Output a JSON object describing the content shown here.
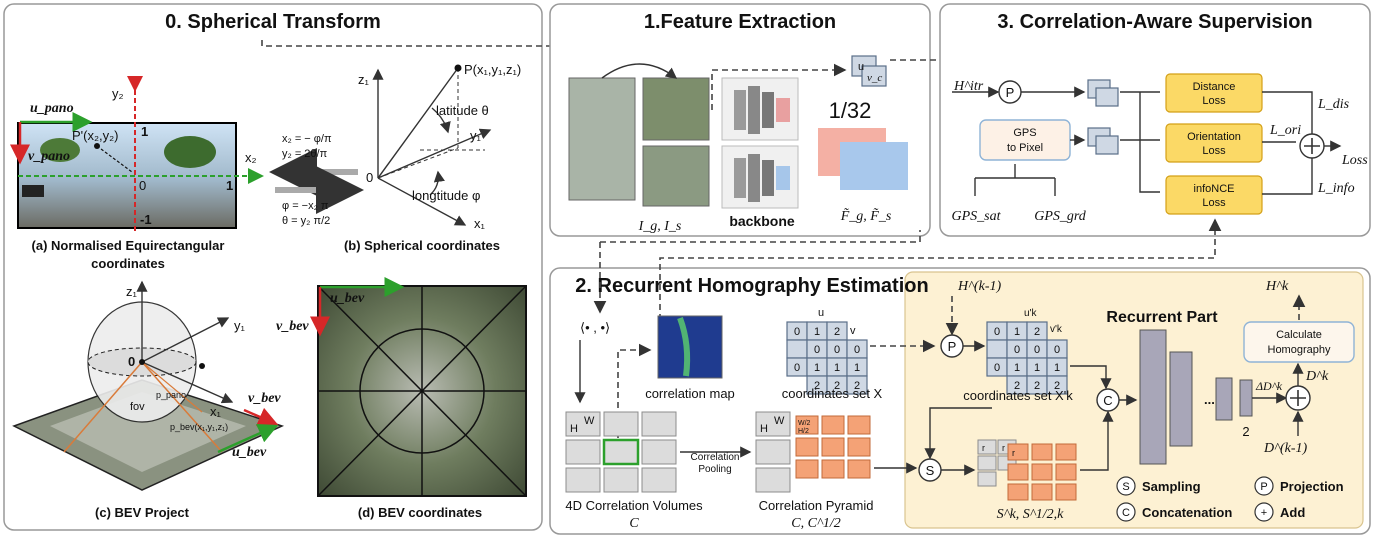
{
  "panels": {
    "spherical": {
      "title": "0. Spherical Transform",
      "sub_a": [
        "(a) Normalised Equirectangular",
        "coordinates"
      ],
      "sub_b": "(b) Spherical coordinates",
      "sub_c": "(c) BEV Project",
      "sub_d": "(d) BEV coordinates",
      "eq_top": [
        "x₂ = − φ/π",
        "y₂ = 2θ/π"
      ],
      "eq_bottom": [
        "φ = −x₂ π",
        "θ = y₂ π/2"
      ],
      "pano_labels": {
        "u": "u_pano",
        "v": "v_pano",
        "x2": "x₂",
        "y2": "y₂",
        "p": "P'(x₂,y₂)",
        "one": "1",
        "zero": "0",
        "neg_one": "-1"
      },
      "sphere_labels": {
        "z1": "z₁",
        "y1": "y₁",
        "x1": "x₁",
        "origin": "0",
        "p": "P(x₁,y₁,z₁)",
        "lat": "latitude θ",
        "lon": "longtitude φ"
      },
      "bev_labels": {
        "z1": "z₁",
        "y1": "y₁",
        "x1": "x₁",
        "origin": "0",
        "fov": "fov",
        "p_pano": "p_pano",
        "p_bev": "p_bev(x₁,y₁,z₁)",
        "u_bev": "u_bev",
        "v_bev": "v_bev"
      }
    },
    "feature": {
      "title": "1.Feature Extraction",
      "inputs_label": "I_g, I_s",
      "backbone": "backbone",
      "scale": "1/32",
      "features_label": "F̃_g, F̃_s",
      "uv": [
        "u",
        "v_c"
      ]
    },
    "supervision": {
      "title": "3. Correlation-Aware Supervision",
      "h_itr": "H^itr",
      "gps_box": [
        "GPS",
        "to Pixel"
      ],
      "gps_sat": "GPS_sat",
      "gps_grd": "GPS_grd",
      "losses": [
        [
          "Distance",
          "Loss"
        ],
        [
          "Orientation",
          "Loss"
        ],
        [
          "infoNCE",
          "Loss"
        ]
      ],
      "loss_terms": [
        "L_dis",
        "L_ori",
        "L_info"
      ],
      "total": "Loss",
      "proj": "P"
    },
    "homography": {
      "title": "2. Recurrent Homography Estimation",
      "inner": "⟨• , •⟩",
      "corr_map": "correlation map",
      "coords_x": "coordinates set X",
      "coords_xk": "coordinates set X'k",
      "volumes": [
        "4D Correlation Volumes",
        "C"
      ],
      "pooling": [
        "Correlation",
        "Pooling"
      ],
      "pyramid": [
        "Correlation Pyramid",
        "C, C^1/2"
      ],
      "grid_x": [
        [
          "0",
          "1",
          "2"
        ],
        [
          "0",
          "0",
          "0"
        ],
        [
          "0",
          "1",
          "1",
          "1"
        ],
        [
          "2",
          "2",
          "2"
        ]
      ],
      "hk1": "H^(k-1)",
      "hk": "H^k",
      "recurrent": "Recurrent Part",
      "calc": [
        "Calculate",
        "Homography"
      ],
      "s_label": "S^k, S^1/2,k",
      "delta": "ΔD^k",
      "dk": "D^k",
      "dk1": "D^(k-1)",
      "two": "2",
      "u": "u",
      "v": "v",
      "uk": "u'k",
      "vk": "v'k",
      "hw": [
        "H",
        "W",
        "W/2",
        "H/2",
        "r"
      ],
      "legend": [
        [
          "S",
          "Sampling"
        ],
        [
          "P",
          "Projection"
        ],
        [
          "C",
          "Concatenation"
        ],
        [
          "+",
          "Add"
        ]
      ]
    }
  },
  "colors": {
    "yellow_box": "#fbd966",
    "recurrent_bg": "#fdf1d3",
    "red_axis": "#d62728",
    "green_axis": "#2ca02c",
    "orange_cell": "#f4a276"
  }
}
